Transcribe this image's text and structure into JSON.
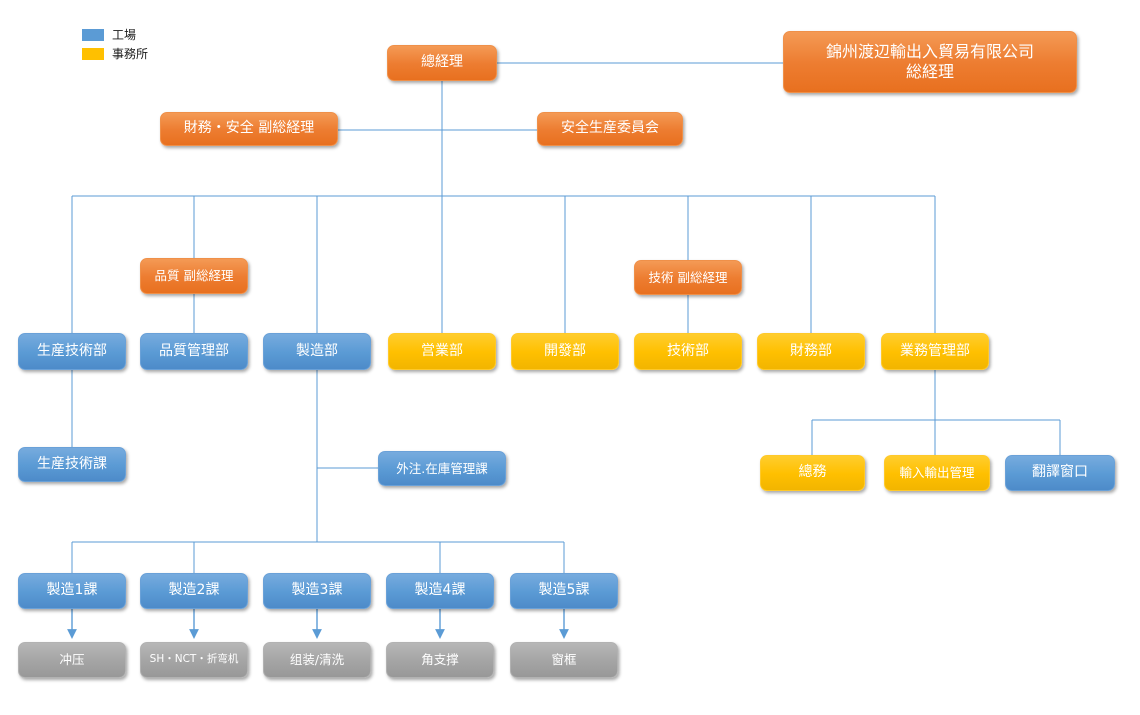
{
  "legend": {
    "items": [
      {
        "label": "工場",
        "color": "#5B9BD5"
      },
      {
        "label": "事務所",
        "color": "#FFC000"
      }
    ]
  },
  "colors": {
    "factory_blue": "#5B9BD5",
    "office_yellow": "#FFC000",
    "management_orange": "#ED7D31",
    "process_gray": "#A5A5A5",
    "connector_line": "#5B9BD5",
    "node_text": "#FFFFFF"
  },
  "nodes": {
    "gm": {
      "label": "總経理"
    },
    "company": {
      "line1": "錦州渡辺輸出入貿易有限公司",
      "line2": "総経理"
    },
    "fin_safety_vgm": {
      "label": "財務・安全 副総経理"
    },
    "safety_committee": {
      "label": "安全生産委員会"
    },
    "quality_vgm": {
      "label": "品質 副総経理"
    },
    "tech_vgm": {
      "label": "技術 副総経理"
    },
    "prod_tech_dept": {
      "label": "生産技術部"
    },
    "quality_dept": {
      "label": "品質管理部"
    },
    "mfg_dept": {
      "label": "製造部"
    },
    "sales_dept": {
      "label": "営業部"
    },
    "dev_dept": {
      "label": "開發部"
    },
    "tech_dept": {
      "label": "技術部"
    },
    "finance_dept": {
      "label": "財務部"
    },
    "biz_admin_dept": {
      "label": "業務管理部"
    },
    "prod_tech_sec": {
      "label": "生産技術課"
    },
    "outsourcing_sec": {
      "label": "外注.在庫管理課"
    },
    "general_affairs": {
      "label": "總務"
    },
    "import_export": {
      "label": "輸入輸出管理"
    },
    "translation": {
      "label": "翻譯窗口"
    },
    "mfg1": {
      "label": "製造1課"
    },
    "mfg2": {
      "label": "製造2課"
    },
    "mfg3": {
      "label": "製造3課"
    },
    "mfg4": {
      "label": "製造4課"
    },
    "mfg5": {
      "label": "製造5課"
    },
    "proc_stamping": {
      "label": "冲压"
    },
    "proc_sh_nct": {
      "label": "SH・NCT・折弯机"
    },
    "proc_assembly": {
      "label": "组装/清洗"
    },
    "proc_corner": {
      "label": "角支撑"
    },
    "proc_frame": {
      "label": "窗框"
    }
  }
}
